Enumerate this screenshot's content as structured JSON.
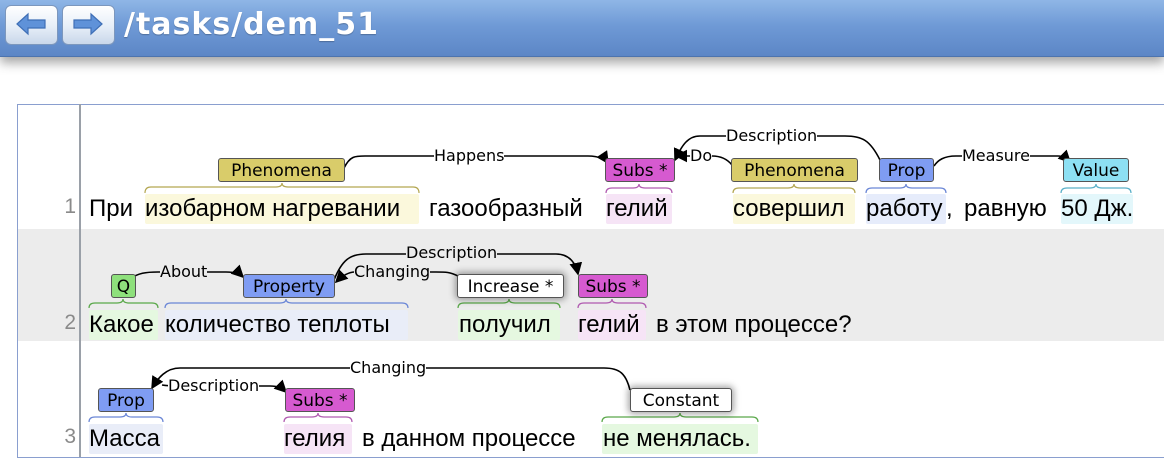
{
  "header": {
    "title": "/tasks/dem_51",
    "back_icon": "arrow-left-icon",
    "forward_icon": "arrow-right-icon"
  },
  "colors": {
    "header_bg": "#6f9ad6",
    "Phenomena": "#d9cc6a",
    "Subs": "#d65ad0",
    "Prop": "#7f9cf3",
    "Property": "#7f9cf3",
    "Value": "#8de0f3",
    "Q": "#8ee07c",
    "Increase": "#ffffff",
    "Constant": "#ffffff"
  },
  "sentences": [
    {
      "num": "1",
      "tokens": [
        "При",
        "изобарном нагревании",
        "газообразный",
        "гелий",
        "совершил",
        "работу",
        ",",
        "равную",
        "50 Дж."
      ],
      "labels": [
        "Phenomena",
        "Subs *",
        "Phenomena",
        "Prop",
        "Value"
      ],
      "arcs": [
        "Happens",
        "Do",
        "Description",
        "Measure"
      ]
    },
    {
      "num": "2",
      "tokens": [
        "Какое",
        "количество теплоты",
        "получил",
        "гелий",
        "в этом процессе?"
      ],
      "labels": [
        "Q",
        "Property",
        "Increase *",
        "Subs *"
      ],
      "arcs": [
        "About",
        "Changing",
        "Description"
      ]
    },
    {
      "num": "3",
      "tokens": [
        "Масса",
        "гелия",
        "в данном процессе",
        "не менялась."
      ],
      "labels": [
        "Prop",
        "Subs *",
        "Constant"
      ],
      "arcs": [
        "Description",
        "Changing"
      ]
    }
  ]
}
